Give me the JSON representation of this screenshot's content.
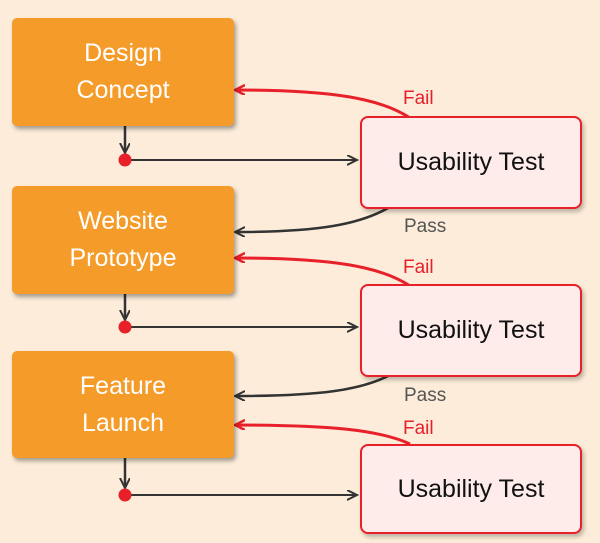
{
  "stages": [
    {
      "label": "Design\nConcept"
    },
    {
      "label": "Website\nPrototype"
    },
    {
      "label": "Feature\nLaunch"
    }
  ],
  "tests": [
    {
      "label": "Usability Test"
    },
    {
      "label": "Usability Test"
    },
    {
      "label": "Usability Test"
    }
  ],
  "fail_labels": [
    "Fail",
    "Fail",
    "Fail"
  ],
  "pass_labels": [
    "Pass",
    "Pass"
  ],
  "colors": {
    "background": "#fcecd9",
    "stage_fill": "#f59b2a",
    "test_fill": "#fdecea",
    "fail": "#e8202a",
    "flow": "#333333",
    "pass_text": "#555555"
  }
}
